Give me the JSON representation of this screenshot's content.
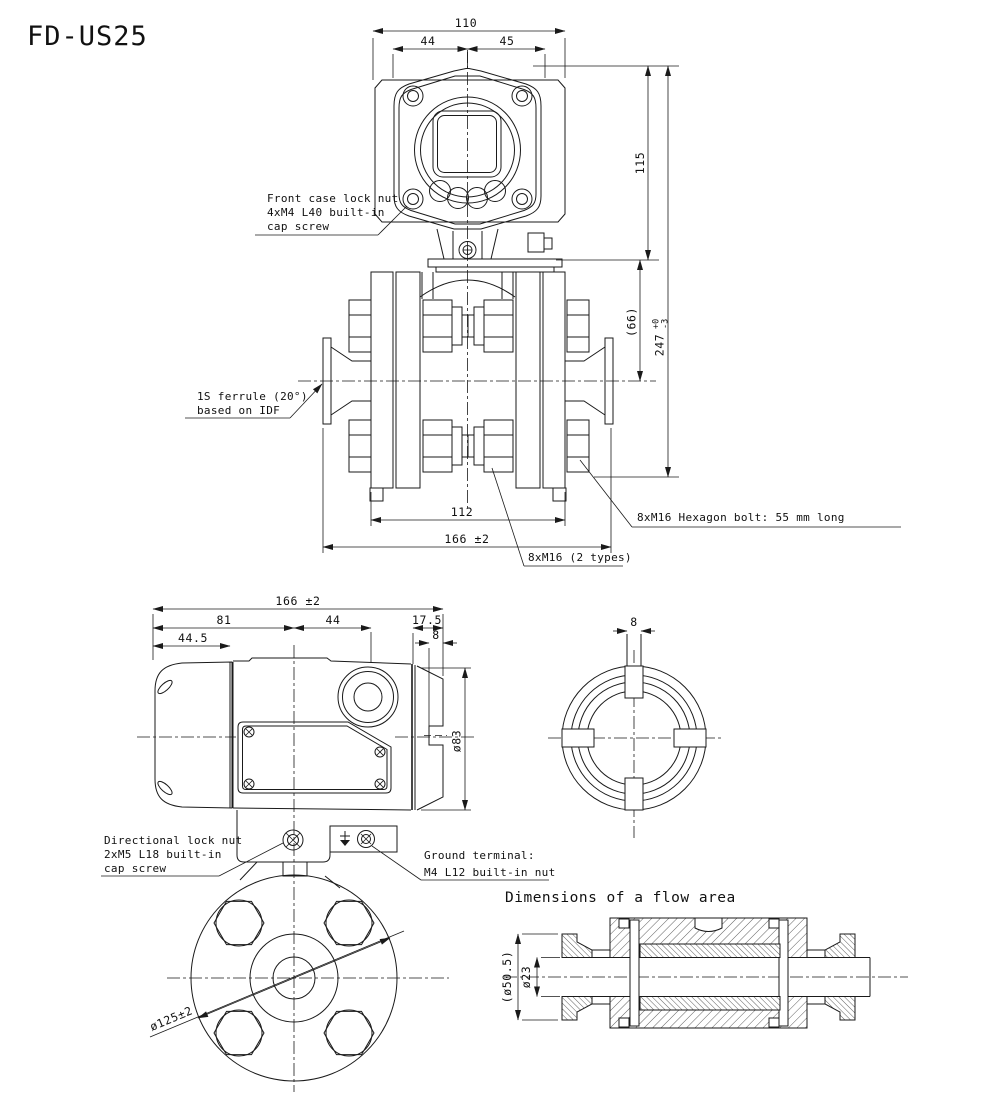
{
  "drawing_title": "FD-US25",
  "front_view": {
    "dim_width_overall": "110",
    "dim_width_left": "44",
    "dim_width_right": "45",
    "dim_height_upper": "115",
    "dim_height_overall": "247",
    "dim_height_overall_tol_upper": "+0",
    "dim_height_overall_tol_lower": "-3",
    "dim_height_ref": "(66)",
    "dim_clamp_width": "112",
    "dim_face_to_face": "166 ±2",
    "label_front_case_1": "Front case lock nut",
    "label_front_case_2": "4xM4 L40 built-in",
    "label_front_case_3": "cap screw",
    "label_ferrule_1": "1S ferrule (20°)",
    "label_ferrule_2": "based on IDF",
    "label_bolts_types": "8xM16 (2 types)",
    "label_hex_bolt": "8xM16 Hexagon bolt: 55 mm long"
  },
  "side_view": {
    "dim_length_overall": "166 ±2",
    "dim_rear_to_axis": "81",
    "dim_axis_to_gland": "44",
    "dim_front_cap": "17.5",
    "dim_rear_cap": "44.5",
    "dim_tab": "8",
    "dim_case_dia": "ø83",
    "label_directional_1": "Directional lock nut",
    "label_directional_2": "2xM5 L18 built-in",
    "label_directional_3": "cap screw",
    "label_ground_1": "Ground terminal:",
    "label_ground_2": "M4 L12 built-in nut",
    "dim_flange_dia": "ø125±2"
  },
  "rear_view": {
    "dim_tab_width": "8"
  },
  "flow_section": {
    "heading": "Dimensions of a flow area",
    "dim_outer_dia": "(ø50.5)",
    "dim_bore_dia": "ø23"
  }
}
